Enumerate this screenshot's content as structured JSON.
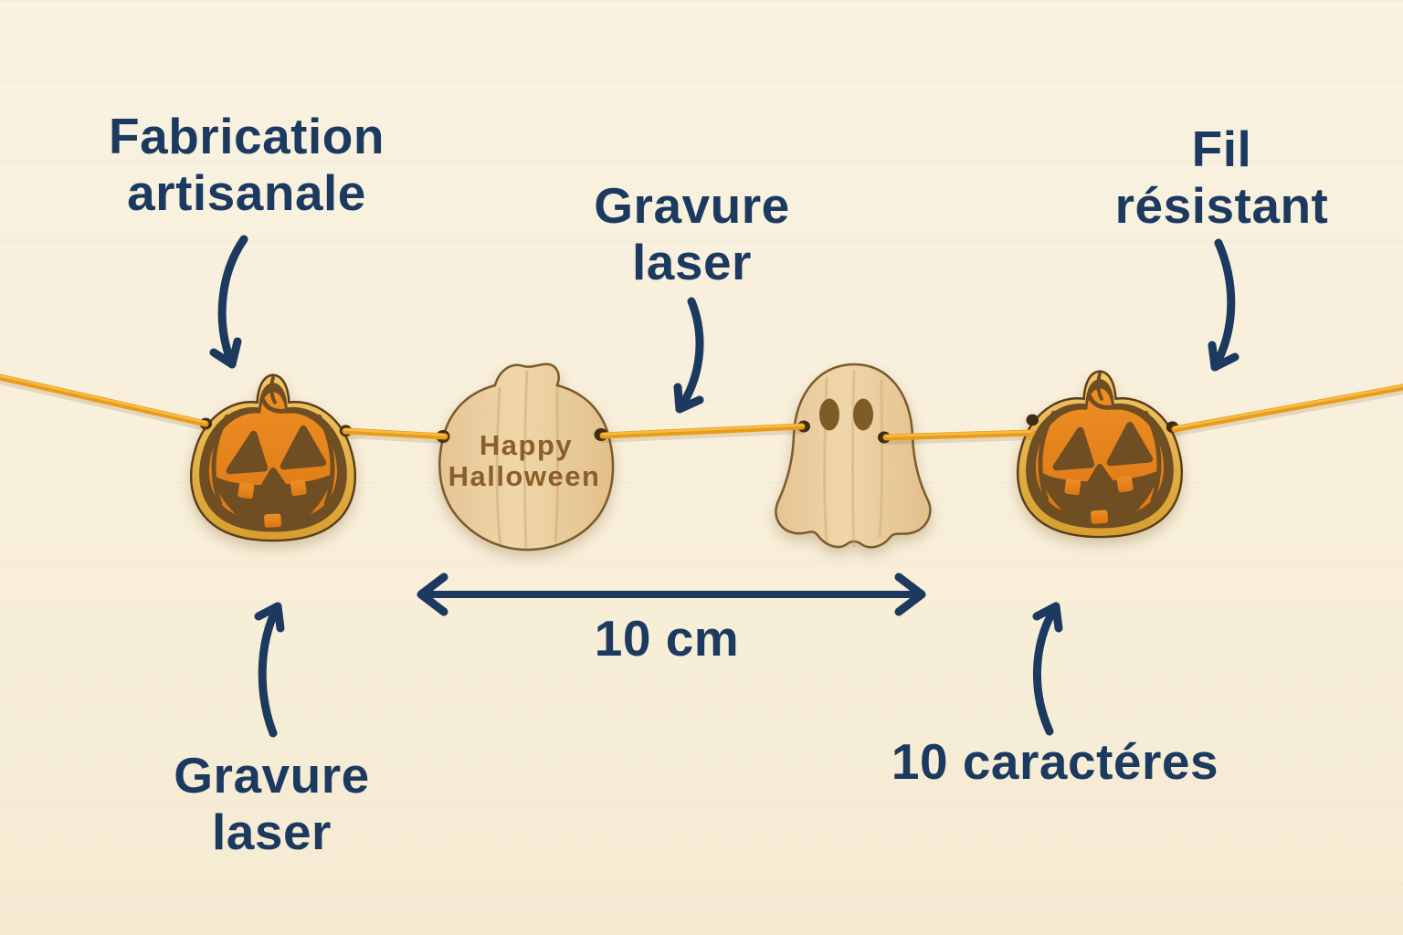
{
  "colors": {
    "annotation_navy": "#1c3a5f",
    "background_cream": "#f8efdb",
    "cord_gold": "#e89c1a",
    "cord_highlight": "#f6bd45",
    "wood_light": "#ecd2a2",
    "engraving_brown": "#8a5f2b",
    "pumpkin_orange": "#e6831d",
    "pumpkin_rim_gold": "#e3ad3f",
    "pumpkin_engrave_dark": "#6e4e22"
  },
  "annotations": {
    "fabrication_artisanale": {
      "line1": "Fabrication",
      "line2": "artisanale"
    },
    "gravure_laser_top": {
      "line1": "Gravure",
      "line2": "laser"
    },
    "fil_resistant": {
      "line1": "Fil",
      "line2": "résistant"
    },
    "gravure_laser_bottom": {
      "line1": "Gravure",
      "line2": "laser"
    },
    "dimension_10cm": {
      "label": "10 cm"
    },
    "characters_limit": {
      "label": "10 caractéres"
    }
  },
  "ornaments": {
    "plaque": {
      "engraving_line1": "Happy",
      "engraving_line2": "Halloween"
    }
  },
  "icons": {
    "pumpkin_left": "jack-o-lantern-icon",
    "plaque": "pumpkin-plaque-icon",
    "ghost": "ghost-icon",
    "pumpkin_right": "jack-o-lantern-icon",
    "cord": "garland-cord"
  }
}
